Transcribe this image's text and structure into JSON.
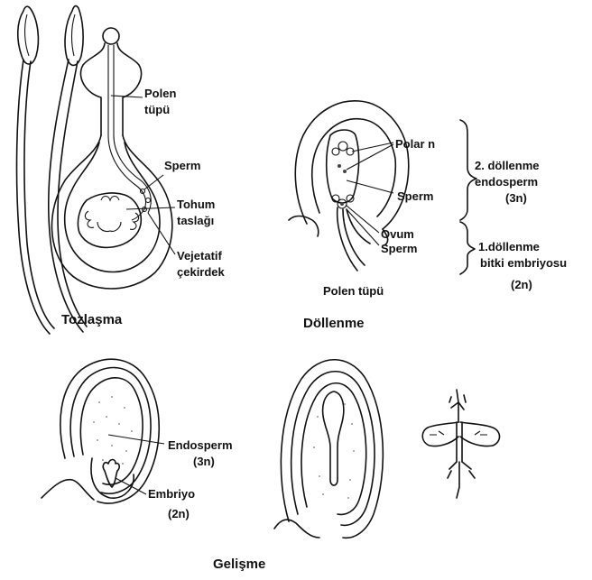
{
  "panels": {
    "pollination": {
      "title": "Tozlaşma",
      "labels": {
        "pollen_tube_1": "Polen",
        "pollen_tube_2": "tüpü",
        "sperm": "Sperm",
        "ovule_1": "Tohum",
        "ovule_2": "taslağı",
        "vegetative_1": "Vejetatif",
        "vegetative_2": "çekirdek"
      }
    },
    "fertilization": {
      "title": "Döllenme",
      "labels": {
        "polar_nuclei": "Polar n",
        "sperm": "Sperm",
        "ovum": "Ovum",
        "sperm_2": "Sperm",
        "pollen_tube": "Polen tüpü",
        "second_fert_1": "2. döllenme",
        "second_fert_2": "endosperm",
        "second_fert_3": "(3n)",
        "first_fert_1": "1.döllenme",
        "first_fert_2": "bitki embriyosu",
        "first_fert_3": "(2n)"
      }
    },
    "development": {
      "title": "Gelişme",
      "labels": {
        "endosperm_1": "Endosperm",
        "endosperm_2": "(3n)",
        "embryo_1": "Embriyo",
        "embryo_2": "(2n)"
      }
    }
  }
}
